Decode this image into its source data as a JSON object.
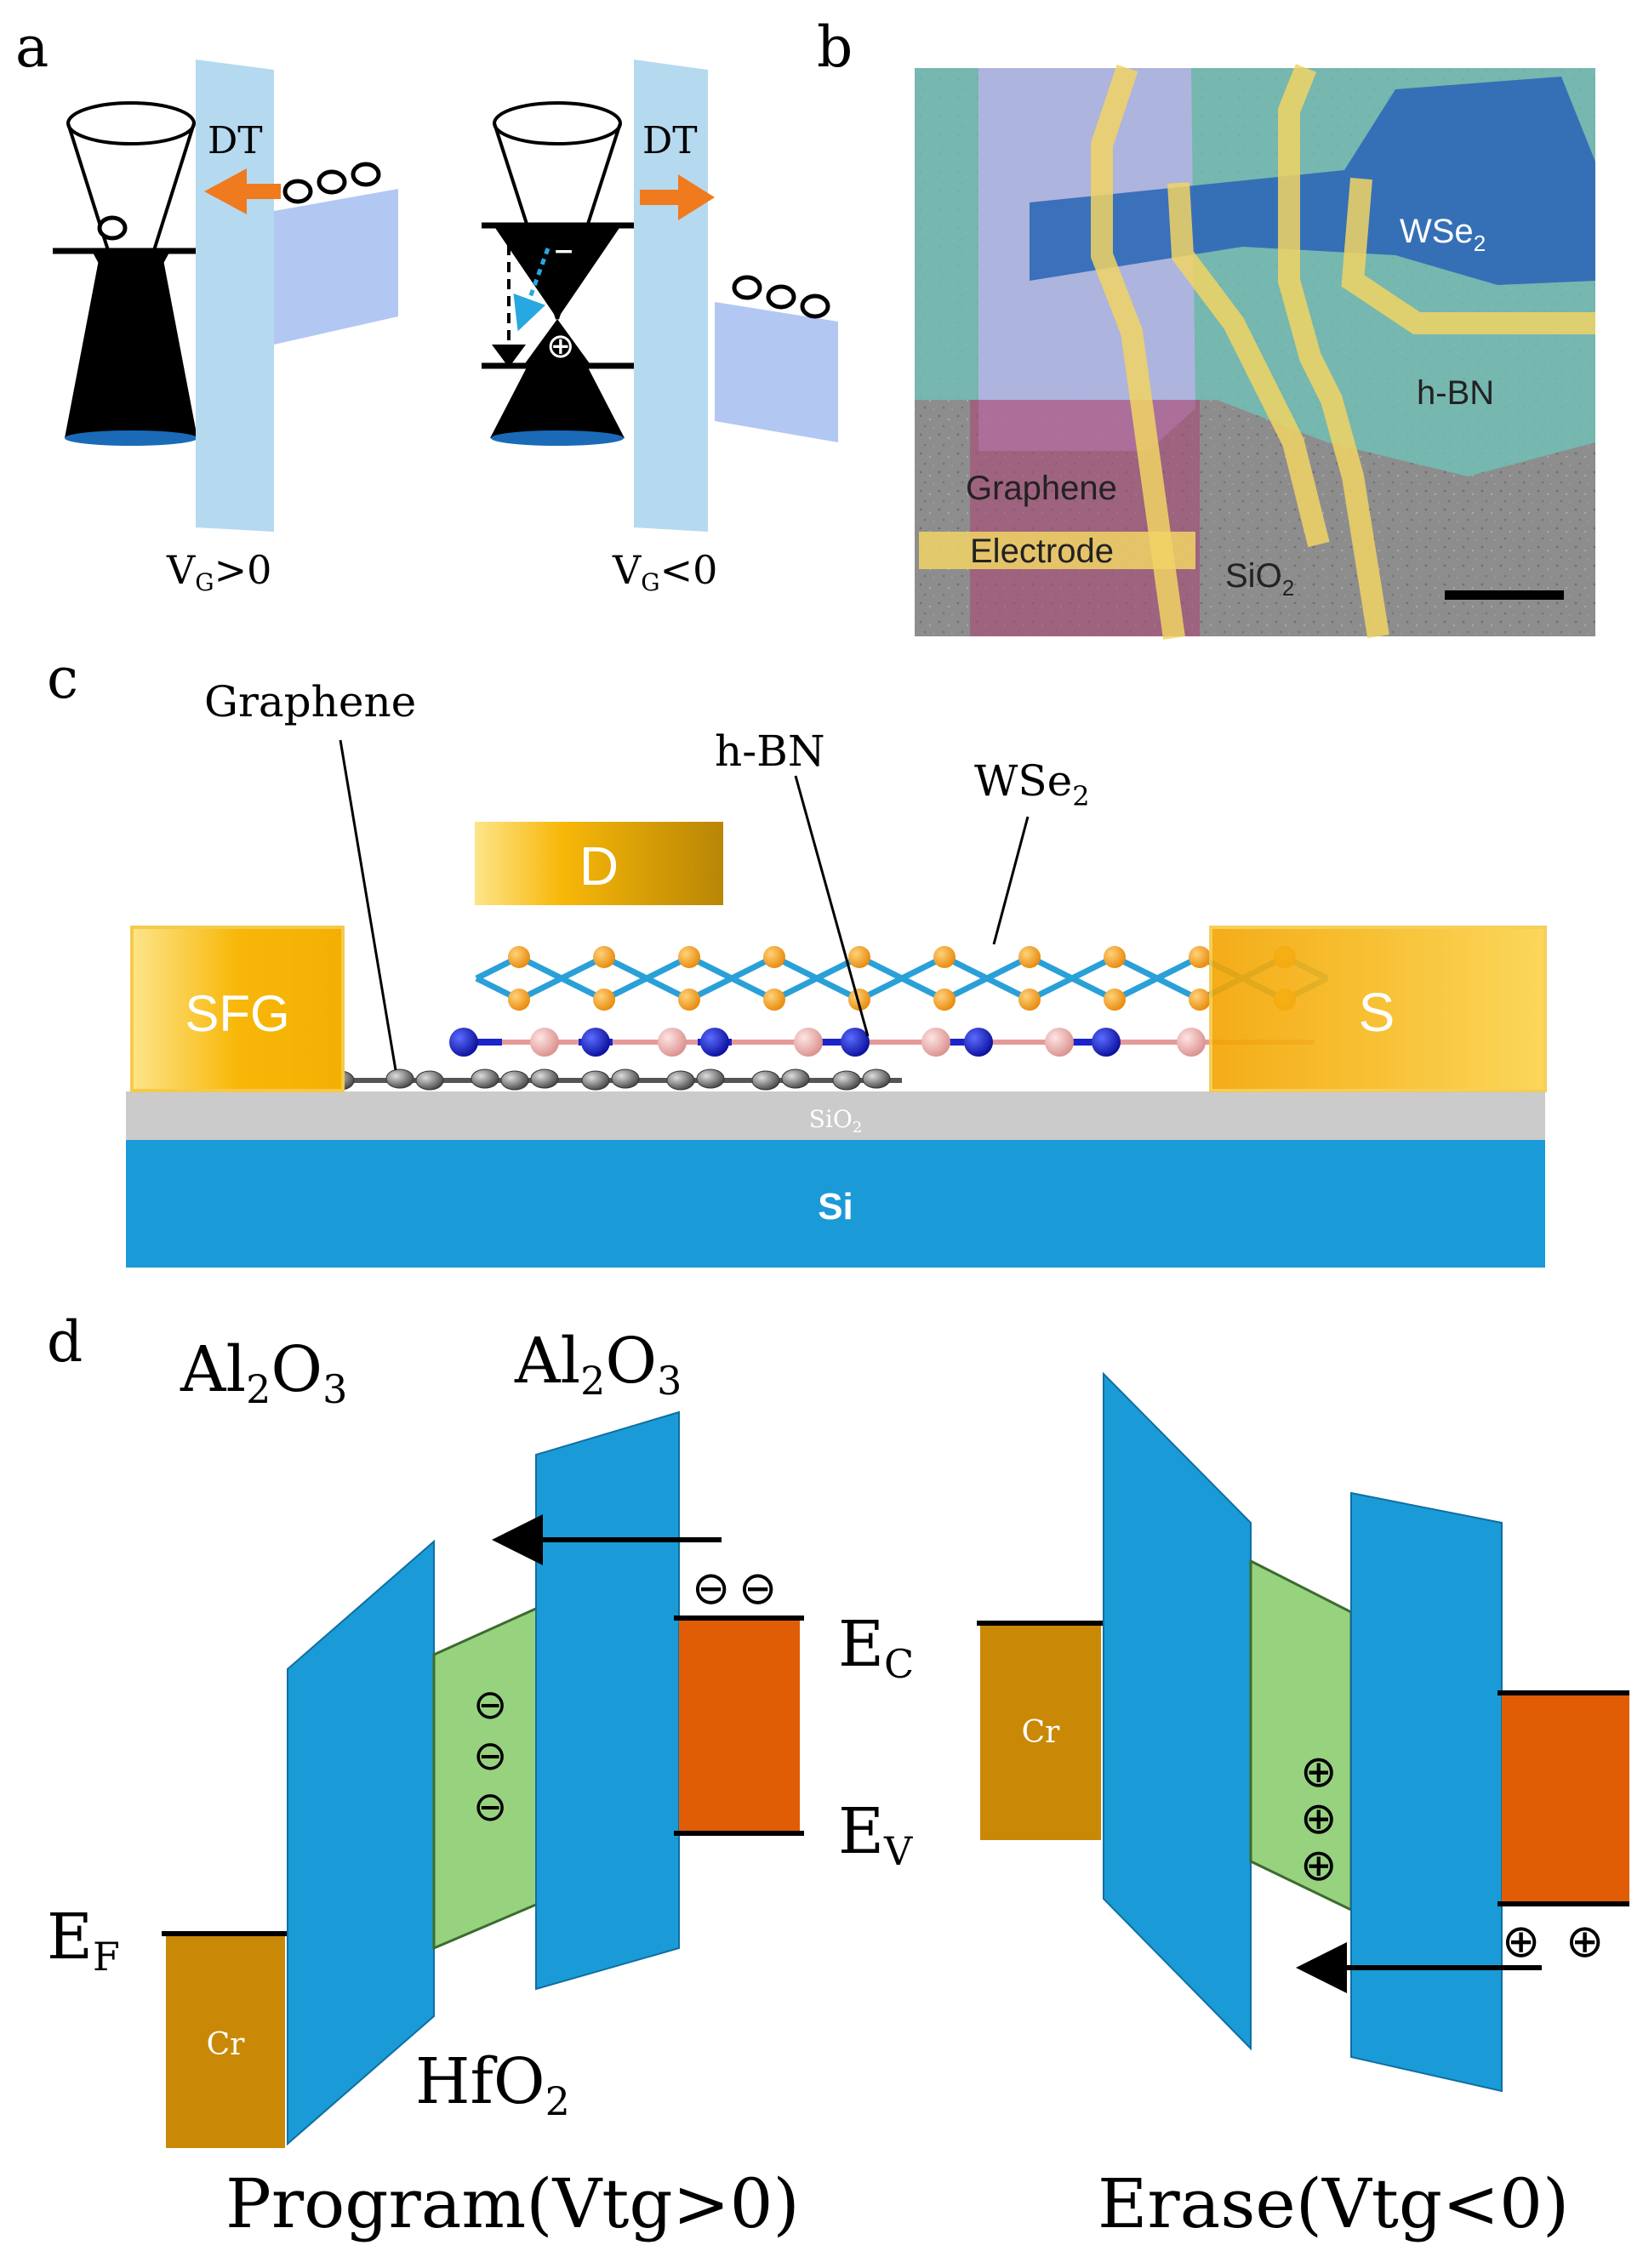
{
  "panel_labels": {
    "a": "a",
    "b": "b",
    "c": "c",
    "d": "d"
  },
  "panel_a": {
    "dt_left": "DT",
    "dt_right": "DT",
    "vg_pos": {
      "base": "V",
      "sub": "G",
      "tail": ">0"
    },
    "vg_neg": {
      "base": "V",
      "sub": "G",
      "tail": "<0"
    },
    "electron_symbol": "o",
    "minus_symbol": "−",
    "plus_symbol": "⊕"
  },
  "panel_b": {
    "wse2": {
      "base": "WSe",
      "sub": "2"
    },
    "hbn": "h-BN",
    "graphene": "Graphene",
    "electrode": "Electrode",
    "sio2": {
      "base": "SiO",
      "sub": "2"
    }
  },
  "panel_c": {
    "graphene": "Graphene",
    "hbn": "h-BN",
    "wse2": {
      "base": "WSe",
      "sub": "2"
    },
    "drain": "D",
    "sfg": "SFG",
    "source": "S",
    "sio2": {
      "base": "SiO",
      "sub": "2"
    },
    "si": "Si"
  },
  "panel_d": {
    "al2o3_left": {
      "a": "Al",
      "s1": "2",
      "b": "O",
      "s2": "3"
    },
    "al2o3_right": {
      "a": "Al",
      "s1": "2",
      "b": "O",
      "s2": "3"
    },
    "ec": {
      "base": "E",
      "sub": "C"
    },
    "ev": {
      "base": "E",
      "sub": "V"
    },
    "ef": {
      "base": "E",
      "sub": "F"
    },
    "hfo2": {
      "base": "HfO",
      "sub": "2"
    },
    "cr_left": "Cr",
    "cr_right": "Cr",
    "program_caption": "Program(Vtg>0)",
    "erase_caption": "Erase(Vtg<0)",
    "minus_symbol": "⊖",
    "plus_symbol": "⊕"
  },
  "colors": {
    "tunnel_barrier": "#b5d9ef",
    "band_block": "#b3c7f3",
    "dt_arrow": "#f07a1e",
    "al2o3": "#1a9bd7",
    "hfo2": "#97d27f",
    "wse2_band": "#e15d05",
    "cr": "#c98907",
    "si": "#1b9ad8",
    "sio2": "#cbcbcb",
    "electrode_gold": "#f8b708"
  }
}
